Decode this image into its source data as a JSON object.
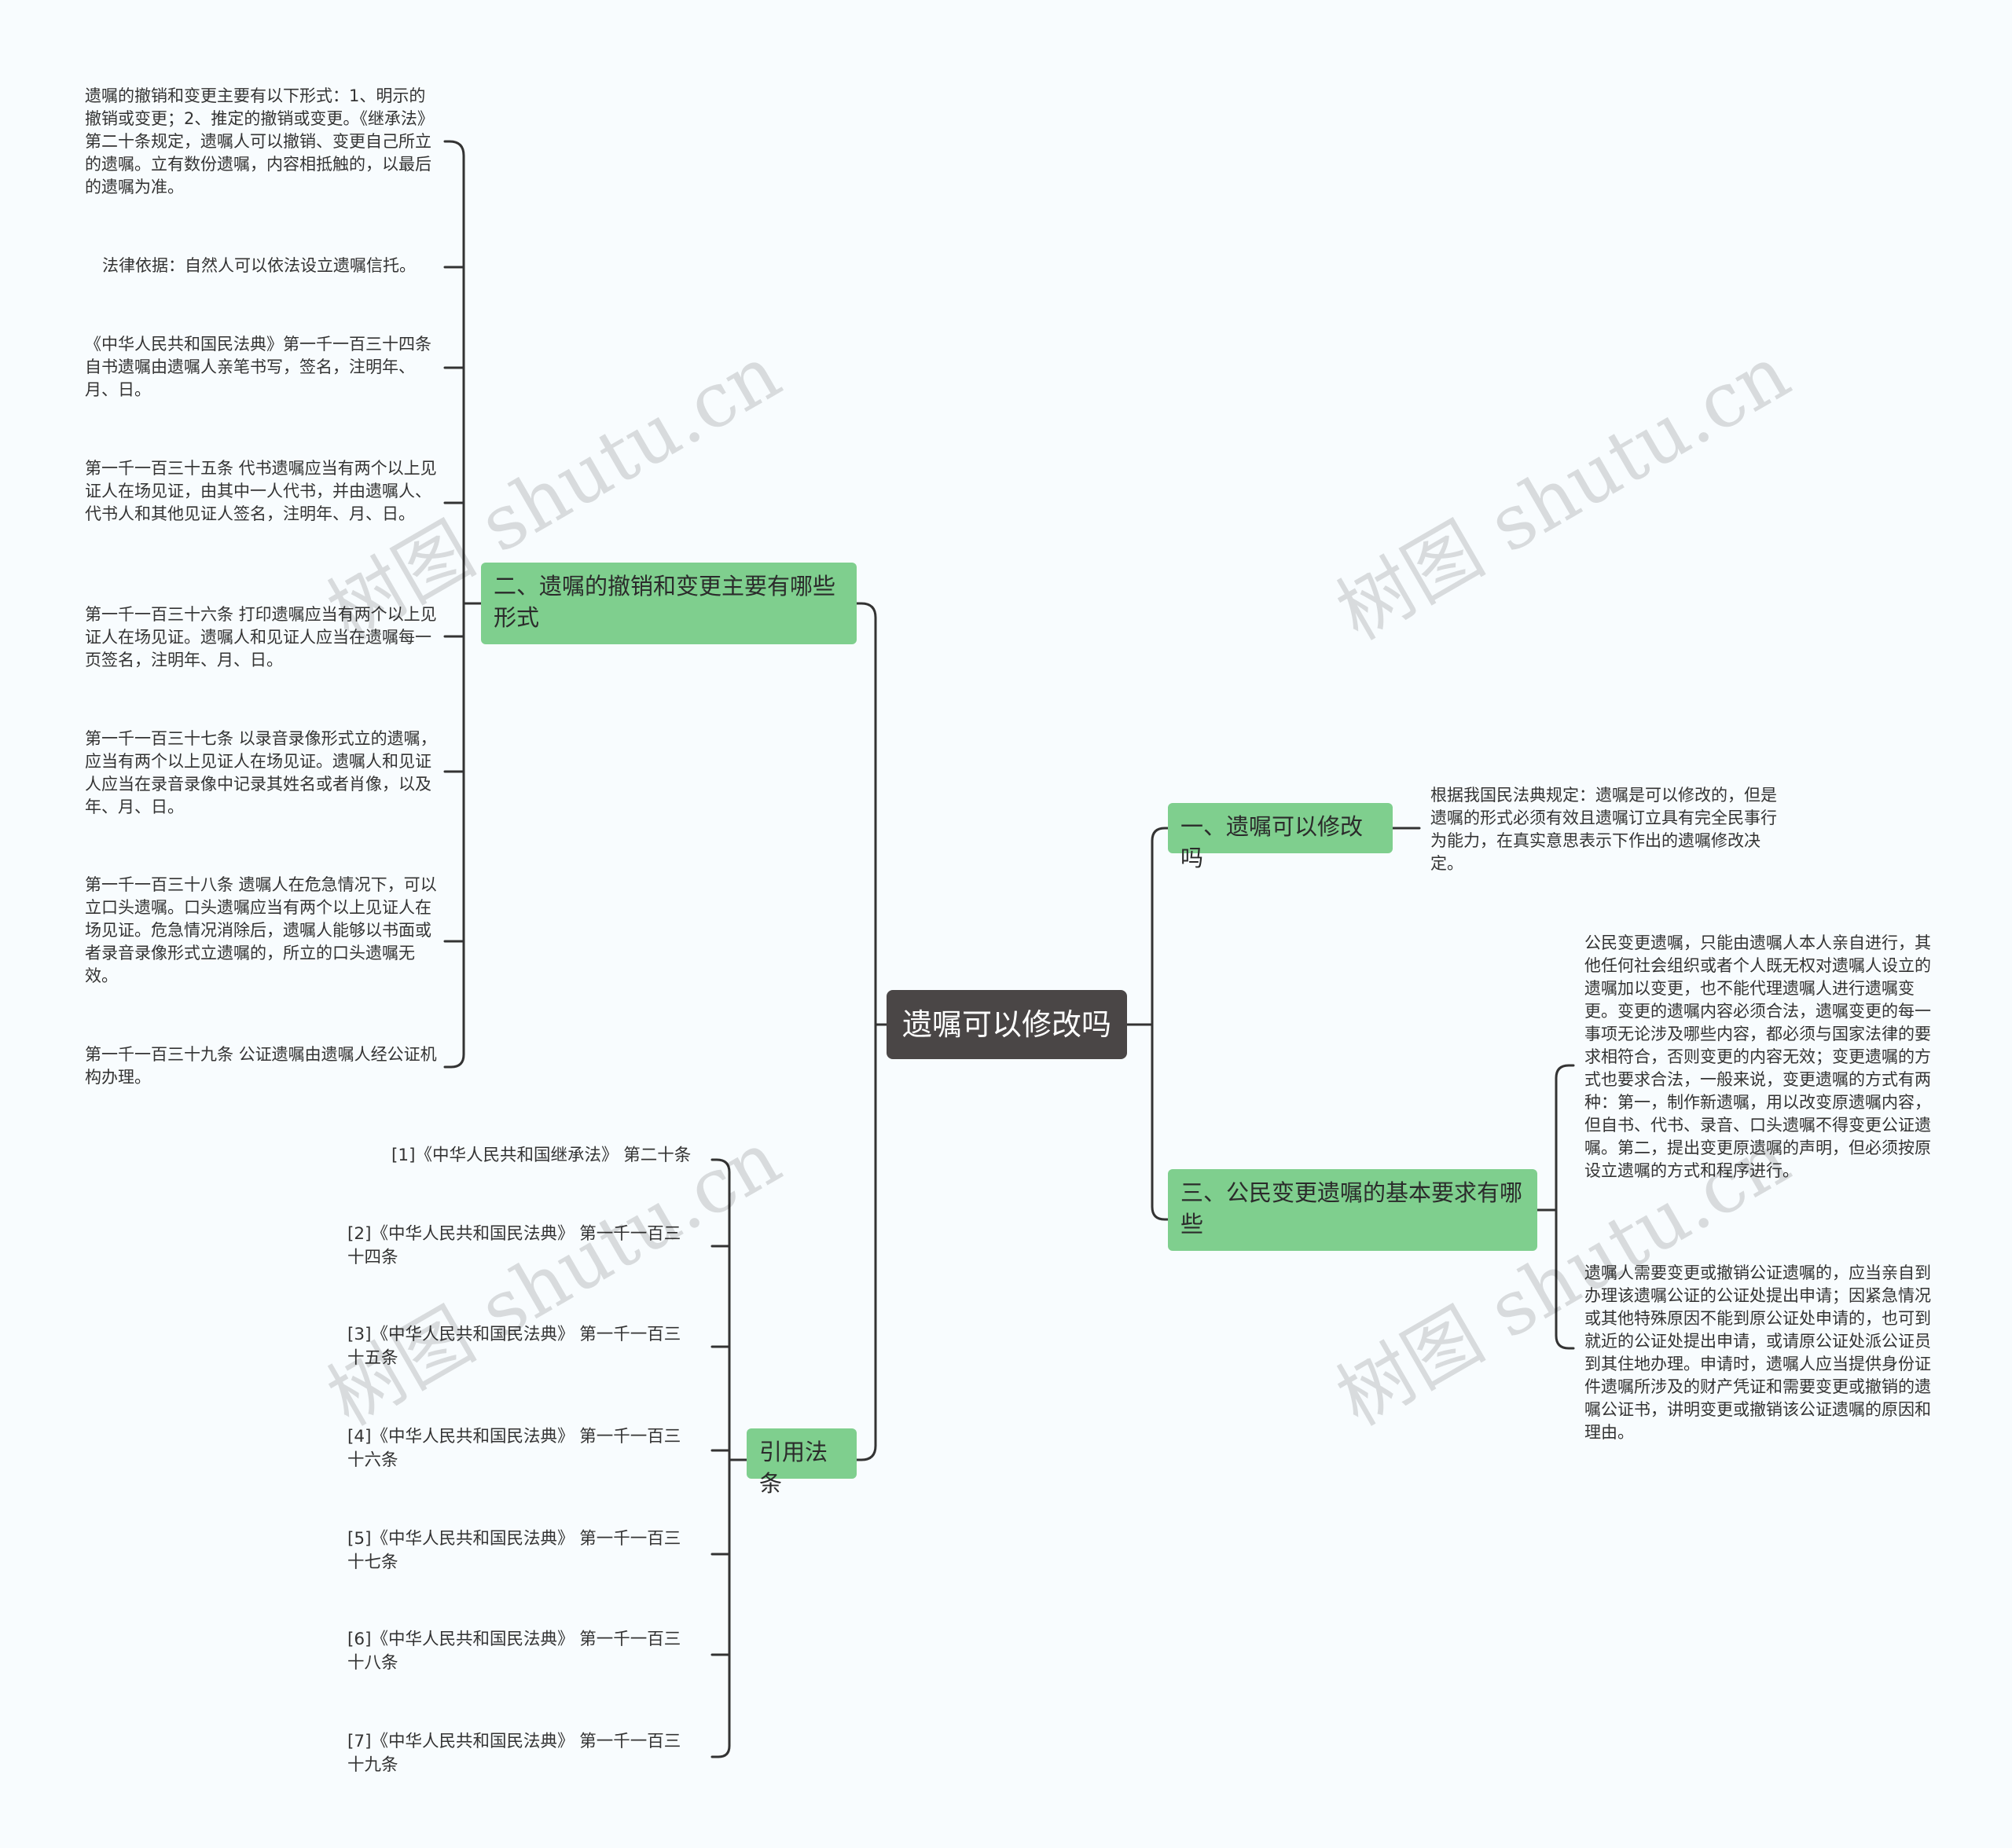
{
  "colors": {
    "background": "#f8fcfe",
    "root_fill": "#4a4646",
    "topic_fill": "#7fcf8e",
    "connector": "#333333"
  },
  "watermark": "树图 shutu.cn",
  "root": {
    "label": "遗嘱可以修改吗"
  },
  "branch1": {
    "label": "一、遗嘱可以修改吗",
    "items": [
      "根据我国民法典规定：遗嘱是可以修改的，但是遗嘱的形式必须有效且遗嘱订立具有完全民事行为能力，在真实意思表示下作出的遗嘱修改决定。"
    ]
  },
  "branch2": {
    "label": "二、遗嘱的撤销和变更主要有哪些形式",
    "items": [
      "遗嘱的撤销和变更主要有以下形式：1、明示的撤销或变更；2、推定的撤销或变更。《继承法》第二十条规定，遗嘱人可以撤销、变更自己所立的遗嘱。立有数份遗嘱，内容相抵触的，以最后的遗嘱为准。",
      "法律依据：自然人可以依法设立遗嘱信托。",
      "《中华人民共和国民法典》第一千一百三十四条 自书遗嘱由遗嘱人亲笔书写，签名，注明年、月、日。",
      "第一千一百三十五条 代书遗嘱应当有两个以上见证人在场见证，由其中一人代书，并由遗嘱人、代书人和其他见证人签名，注明年、月、日。",
      "第一千一百三十六条 打印遗嘱应当有两个以上见证人在场见证。遗嘱人和见证人应当在遗嘱每一页签名，注明年、月、日。",
      "第一千一百三十七条 以录音录像形式立的遗嘱，应当有两个以上见证人在场见证。遗嘱人和见证人应当在录音录像中记录其姓名或者肖像，以及年、月、日。",
      "第一千一百三十八条 遗嘱人在危急情况下，可以立口头遗嘱。口头遗嘱应当有两个以上见证人在场见证。危急情况消除后，遗嘱人能够以书面或者录音录像形式立遗嘱的，所立的口头遗嘱无效。",
      "第一千一百三十九条 公证遗嘱由遗嘱人经公证机构办理。"
    ]
  },
  "branch3": {
    "label": "三、公民变更遗嘱的基本要求有哪些",
    "items": [
      "公民变更遗嘱，只能由遗嘱人本人亲自进行，其他任何社会组织或者个人既无权对遗嘱人设立的遗嘱加以变更，也不能代理遗嘱人进行遗嘱变更。变更的遗嘱内容必须合法，遗嘱变更的每一事项无论涉及哪些内容，都必须与国家法律的要求相符合，否则变更的内容无效；变更遗嘱的方式也要求合法，一般来说，变更遗嘱的方式有两种：第一，制作新遗嘱，用以改变原遗嘱内容，但自书、代书、录音、口头遗嘱不得变更公证遗嘱。第二，提出变更原遗嘱的声明，但必须按原设立遗嘱的方式和程序进行。",
      "遗嘱人需要变更或撤销公证遗嘱的，应当亲自到办理该遗嘱公证的公证处提出申请；因紧急情况或其他特殊原因不能到原公证处申请的，也可到就近的公证处提出申请，或请原公证处派公证员到其住地办理。申请时，遗嘱人应当提供身份证件遗嘱所涉及的财产凭证和需要变更或撤销的遗嘱公证书，讲明变更或撤销该公证遗嘱的原因和理由。"
    ]
  },
  "citations": {
    "label": "引用法条",
    "items": [
      "[1]《中华人民共和国继承法》 第二十条",
      "[2]《中华人民共和国民法典》 第一千一百三\n十四条",
      "[3]《中华人民共和国民法典》 第一千一百三\n十五条",
      "[4]《中华人民共和国民法典》 第一千一百三\n十六条",
      "[5]《中华人民共和国民法典》 第一千一百三\n十七条",
      "[6]《中华人民共和国民法典》 第一千一百三\n十八条",
      "[7]《中华人民共和国民法典》 第一千一百三\n十九条"
    ]
  }
}
